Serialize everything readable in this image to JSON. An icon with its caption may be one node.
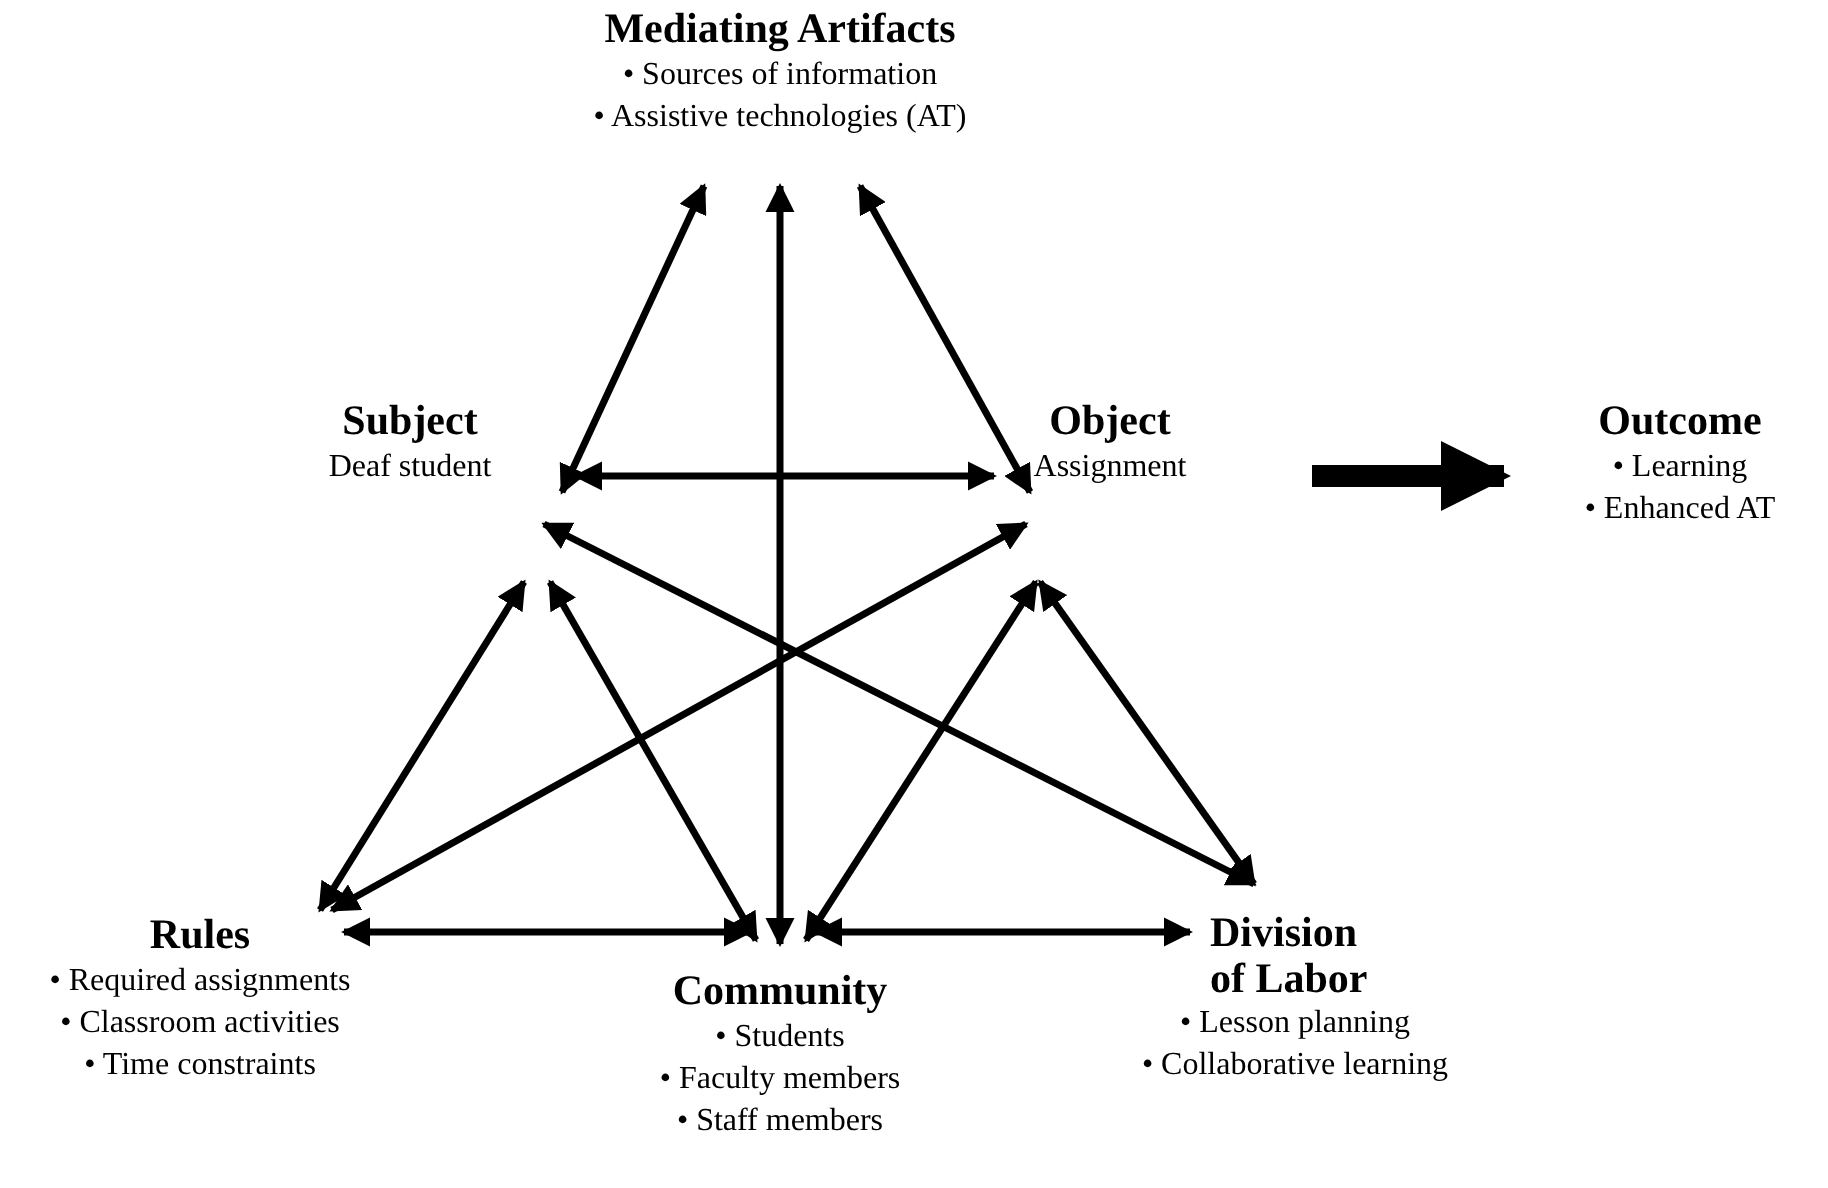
{
  "diagram": {
    "nodes": [
      {
        "text": [
          "Mediating Artifacts",
          "• Sources of information",
          "• Assistive technologies (AT)"
        ]
      },
      {
        "text": [
          "Subject",
          "Deaf student"
        ]
      },
      {
        "text": [
          "Object",
          "Assignment"
        ]
      },
      {
        "text": [
          "Outcome",
          "• Learning",
          "• Enhanced AT"
        ]
      },
      {
        "text": [
          "Rules",
          "• Required assignments",
          "• Classroom activities",
          "• Time constraints"
        ]
      },
      {
        "text": [
          "Community",
          "• Students",
          "• Faculty members",
          "• Staff members"
        ]
      },
      {
        "text": [
          "Division of Labor",
          "• Lesson planning",
          "• Collaborative learning"
        ]
      }
    ],
    "edges": [
      {
        "from": 0,
        "to": 1,
        "arrow": "both"
      },
      {
        "from": 0,
        "to": 2,
        "arrow": "both"
      },
      {
        "from": 0,
        "to": 5,
        "arrow": "both"
      },
      {
        "from": 1,
        "to": 2,
        "arrow": "both"
      },
      {
        "from": 2,
        "to": 3,
        "arrow": "to",
        "style": "thick"
      },
      {
        "from": 1,
        "to": 4,
        "arrow": "both"
      },
      {
        "from": 1,
        "to": 5,
        "arrow": "both"
      },
      {
        "from": 1,
        "to": 6,
        "arrow": "both"
      },
      {
        "from": 2,
        "to": 4,
        "arrow": "both"
      },
      {
        "from": 2,
        "to": 5,
        "arrow": "both"
      },
      {
        "from": 2,
        "to": 6,
        "arrow": "both"
      },
      {
        "from": 4,
        "to": 5,
        "arrow": "both"
      },
      {
        "from": 5,
        "to": 6,
        "arrow": "both"
      }
    ]
  }
}
